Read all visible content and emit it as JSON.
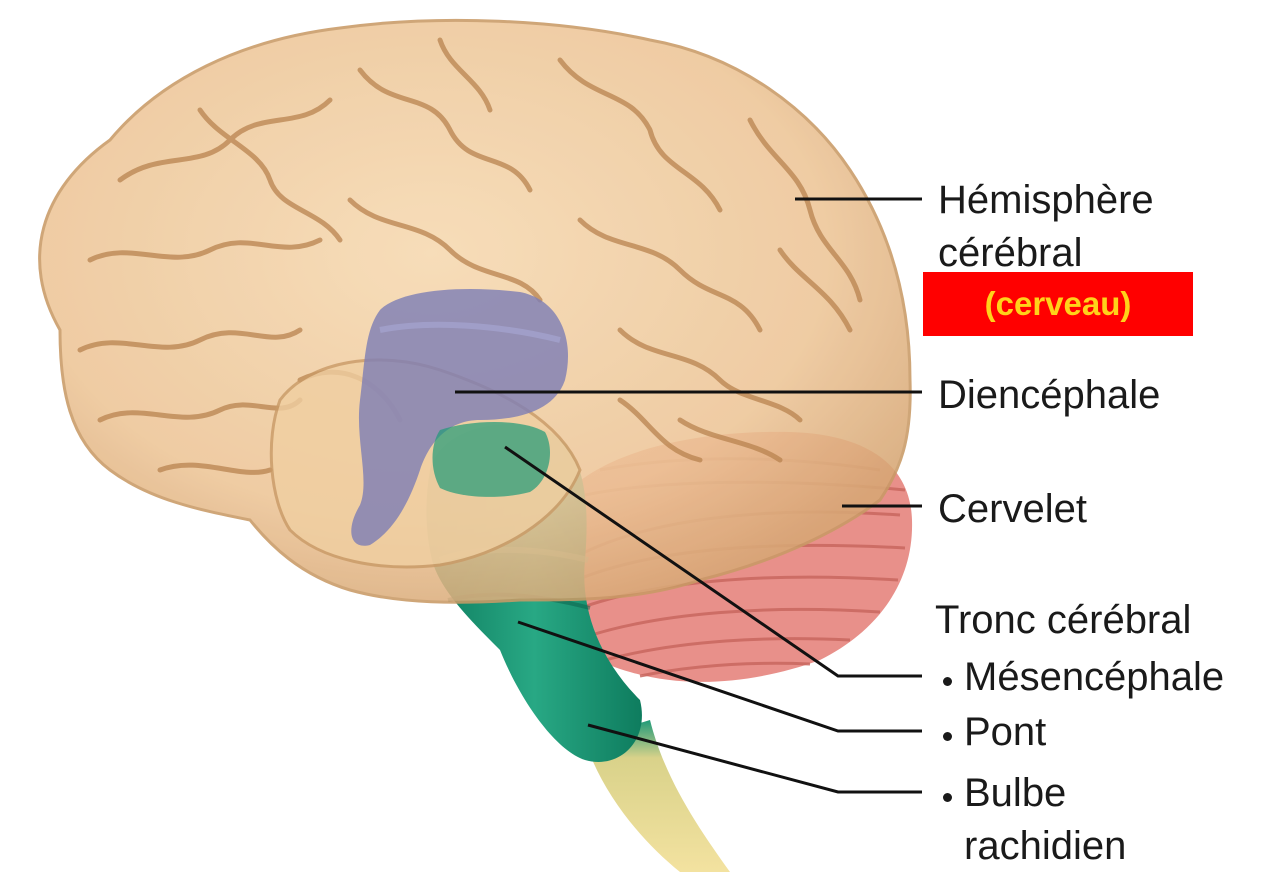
{
  "labels": {
    "hemisphere_line1": "Hémisphère",
    "hemisphere_line2": "cérébral",
    "hemisphere_note": "(cerveau)",
    "diencephale": "Diencéphale",
    "cervelet": "Cervelet",
    "tronc": "Tronc cérébral",
    "mesencephale": "Mésencéphale",
    "pont": "Pont",
    "bulbe_line1": "Bulbe",
    "bulbe_line2": "rachidien"
  },
  "colors": {
    "cerebrum": "#edc597",
    "cerebrum_shadow": "#c99a66",
    "diencephalon": "#7f7fb4",
    "cerebellum": "#e8908a",
    "brainstem": "#1f9a78",
    "spinal_cord": "#f0dc8a",
    "note_background": "#ff0000",
    "note_text": "#ffd21a",
    "leader_line": "#111111"
  }
}
